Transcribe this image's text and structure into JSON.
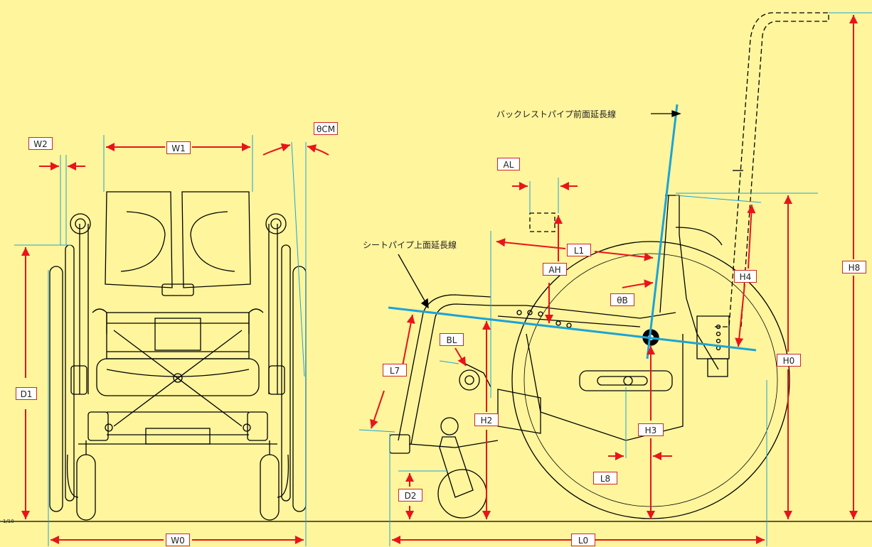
{
  "colors": {
    "background": "#FFF59D",
    "line": "#000000",
    "arrow": "#E8141B",
    "guide": "#1CA3D6",
    "label_border": "#D0252A"
  },
  "notes": {
    "backrest_line": "バックレストパイプ前面延長線",
    "seat_line": "シートパイプ上面延長線",
    "scale": "1/10"
  },
  "labels": {
    "W2": "W2",
    "W1": "W1",
    "thetaCM": "θCM",
    "D1": "D1",
    "W0": "W0",
    "AL": "AL",
    "L1": "L1",
    "AH": "AH",
    "thetaB": "θB",
    "BL": "BL",
    "L7": "L7",
    "H2": "H2",
    "D2": "D2",
    "H3": "H3",
    "L8": "L8",
    "L0": "L0",
    "H4": "H4",
    "H0": "H0",
    "H8": "H8"
  }
}
